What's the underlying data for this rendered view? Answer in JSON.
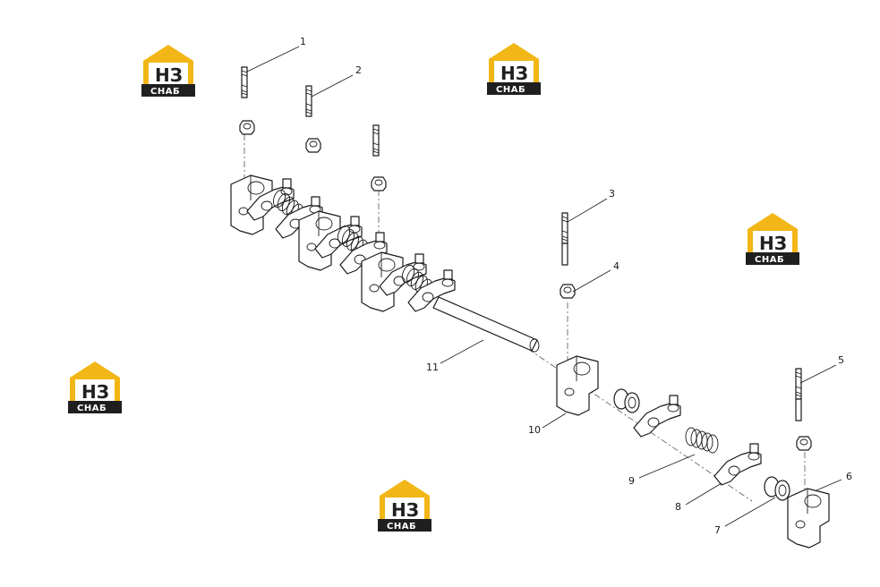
{
  "watermark": {
    "brand": "НЗ",
    "sub": "СНАБ",
    "colors": {
      "roof": "#f2b616",
      "plate": "#1f1f1f",
      "text": "#ffffff"
    }
  },
  "callouts": [
    {
      "id": "1",
      "label": "1"
    },
    {
      "id": "2",
      "label": "2"
    },
    {
      "id": "3",
      "label": "3"
    },
    {
      "id": "4",
      "label": "4"
    },
    {
      "id": "5",
      "label": "5"
    },
    {
      "id": "6",
      "label": "6"
    },
    {
      "id": "7",
      "label": "7"
    },
    {
      "id": "8",
      "label": "8"
    },
    {
      "id": "9",
      "label": "9"
    },
    {
      "id": "10",
      "label": "10"
    },
    {
      "id": "11",
      "label": "11"
    }
  ]
}
